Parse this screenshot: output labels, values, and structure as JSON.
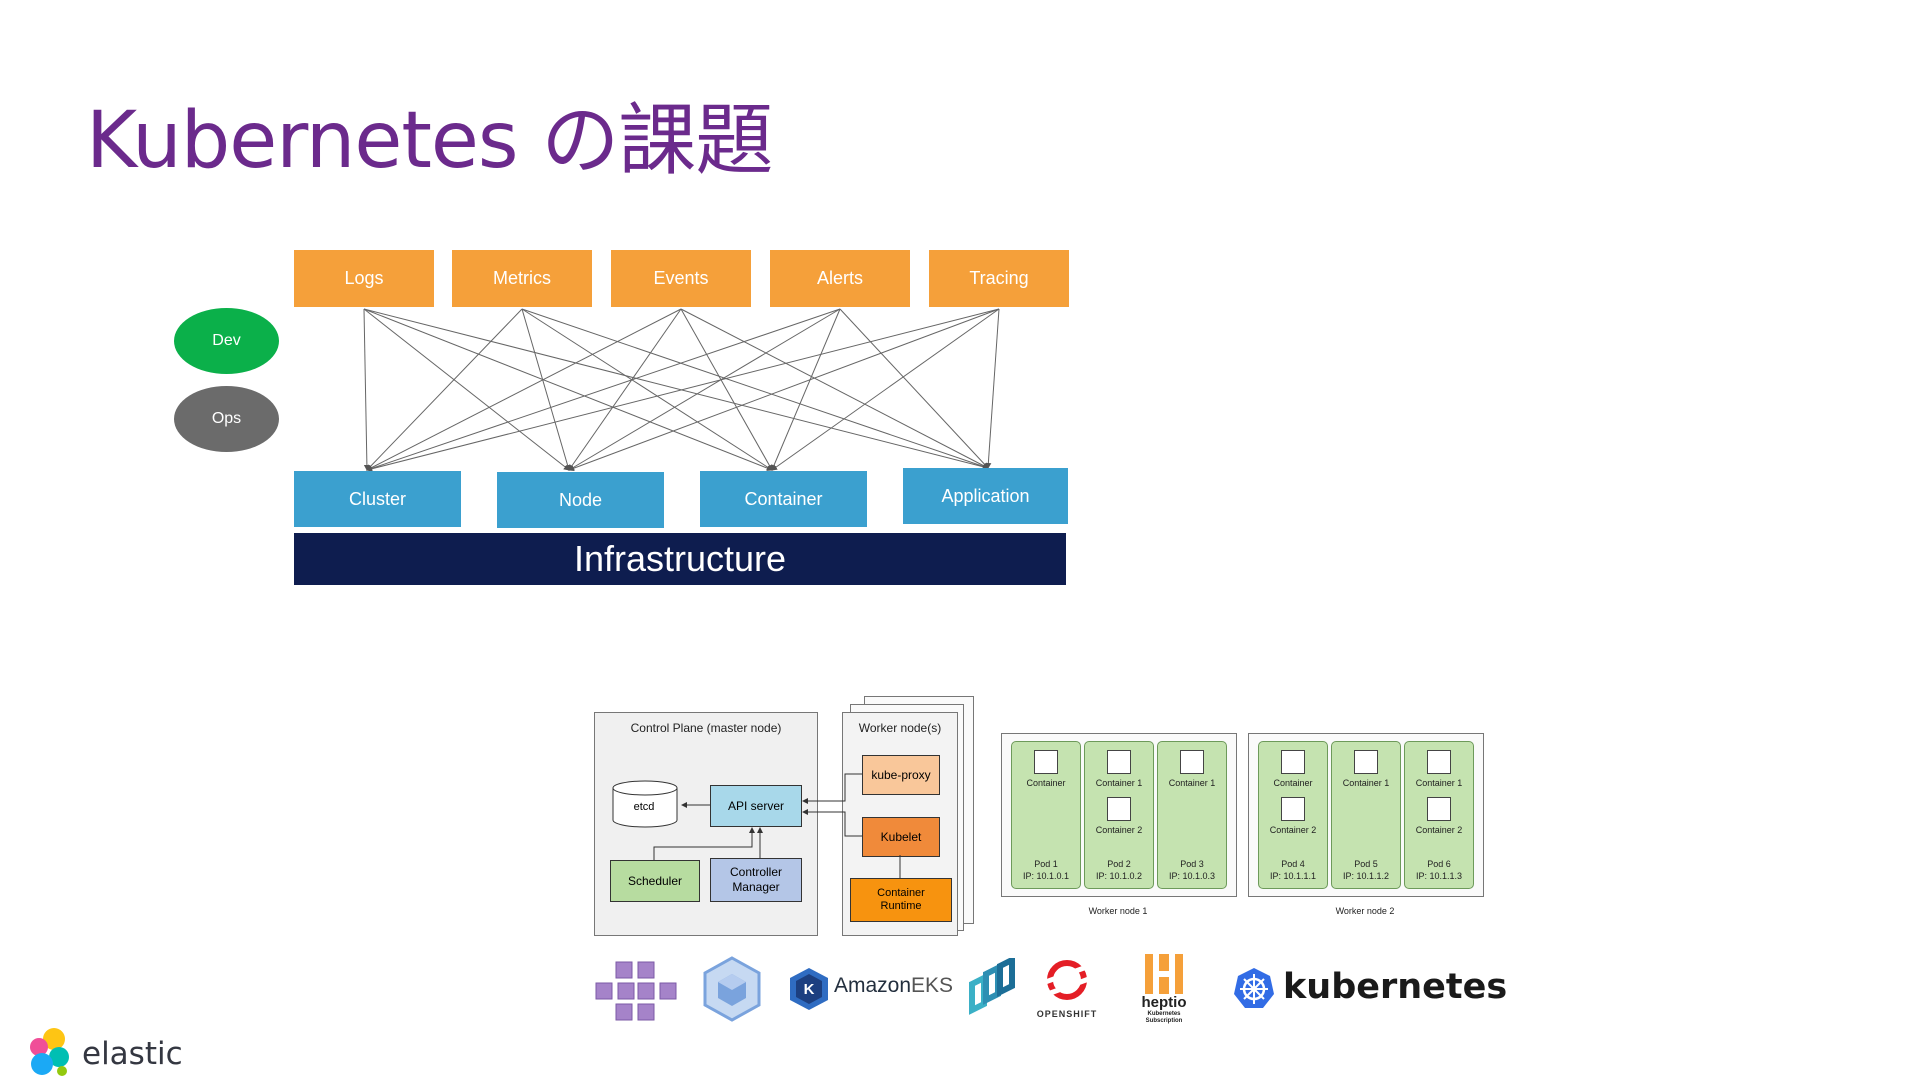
{
  "title": "Kubernetes の課題",
  "signals": [
    "Logs",
    "Metrics",
    "Events",
    "Alerts",
    "Tracing"
  ],
  "targets": [
    "Cluster",
    "Node",
    "Container",
    "Application"
  ],
  "roles": {
    "dev": "Dev",
    "ops": "Ops"
  },
  "infrastructure": "Infrastructure",
  "architecture": {
    "control_plane": "Control Plane (master node)",
    "etcd": "etcd",
    "api_server": "API server",
    "scheduler": "Scheduler",
    "controller_manager_1": "Controller",
    "controller_manager_2": "Manager",
    "worker_nodes": "Worker node(s)",
    "kube_proxy": "kube-proxy",
    "kubelet": "Kubelet",
    "runtime_1": "Container",
    "runtime_2": "Runtime"
  },
  "worker_node_1": {
    "label": "Worker node 1",
    "pods": [
      {
        "containers": [
          "Container"
        ],
        "name": "Pod 1",
        "ip": "IP: 10.1.0.1"
      },
      {
        "containers": [
          "Container 1",
          "Container 2"
        ],
        "name": "Pod 2",
        "ip": "IP: 10.1.0.2"
      },
      {
        "containers": [
          "Container 1"
        ],
        "name": "Pod 3",
        "ip": "IP: 10.1.0.3"
      }
    ]
  },
  "worker_node_2": {
    "label": "Worker node 2",
    "pods": [
      {
        "containers": [
          "Container",
          "Container 2"
        ],
        "name": "Pod 4",
        "ip": "IP: 10.1.1.1"
      },
      {
        "containers": [
          "Container 1"
        ],
        "name": "Pod 5",
        "ip": "IP: 10.1.1.2"
      },
      {
        "containers": [
          "Container 1",
          "Container 2"
        ],
        "name": "Pod 6",
        "ip": "IP: 10.1.1.3"
      }
    ]
  },
  "logos": {
    "eks_amazon": "Amazon",
    "eks_suffix": "EKS",
    "openshift": "OPENSHIFT",
    "heptio": "heptio",
    "heptio_sub1": "Kubernetes",
    "heptio_sub2": "Subscription",
    "kubernetes": "kubernetes",
    "elastic": "elastic"
  },
  "colors": {
    "title": "#6b2a8c",
    "signal": "#f5a03a",
    "target": "#3ba0cf",
    "infra": "#0e1d4f",
    "dev": "#0bb04a",
    "ops": "#6b6b6b"
  }
}
